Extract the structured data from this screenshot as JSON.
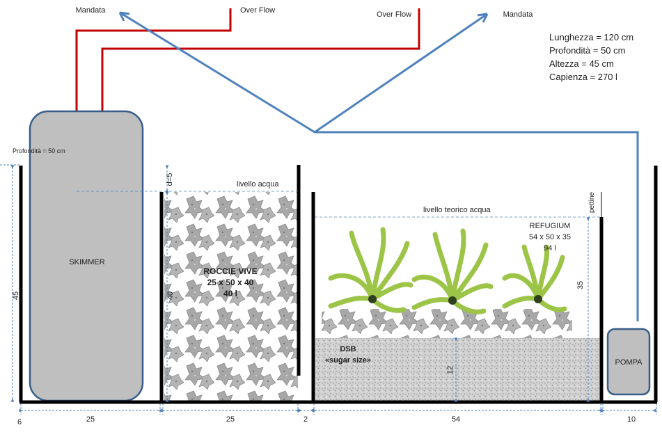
{
  "labels": {
    "mandata_left": "Mandata",
    "mandata_right": "Mandata",
    "overflow_left": "Over Flow",
    "overflow_right": "Over Flow",
    "profondita_small": "Profondità = 50 cm",
    "livello_acqua": "livello acqua",
    "livello_teorico": "livello teorico acqua",
    "pettine": "pettine",
    "skimmer": "SKIMMER",
    "pompa": "POMPA"
  },
  "specs": [
    "Lunghezza = 120 cm",
    "Profondità = 50 cm",
    "Altezza = 45 cm",
    "Capienza = 270 l"
  ],
  "rocce": [
    "ROCCIE VIVE",
    "25 x 50 x 40",
    "40 l"
  ],
  "refugium": [
    "REFUGIUM",
    "54 x 50 x 35",
    "94 l"
  ],
  "dsb": [
    "DSB",
    "«sugar size»"
  ],
  "dimensions": {
    "height_total": "45",
    "height_rocce": "40",
    "height_water_gap": "d=5",
    "height_refugium": "35",
    "height_dsb": "12",
    "width_6": "6",
    "width_25a": "25",
    "width_25b": "25",
    "width_2": "2",
    "width_54": "54",
    "width_10": "10"
  },
  "colors": {
    "overflow_pipe": "#c00000",
    "mandata_pipe": "#4f81bd",
    "skimmer_fill": "#bfbfbf",
    "skimmer_stroke": "#385d8a",
    "dimension_line": "#4f81bd",
    "algae": "#a9d04f",
    "rock": "#a6a6a6",
    "sand": "#cfcfcf"
  }
}
